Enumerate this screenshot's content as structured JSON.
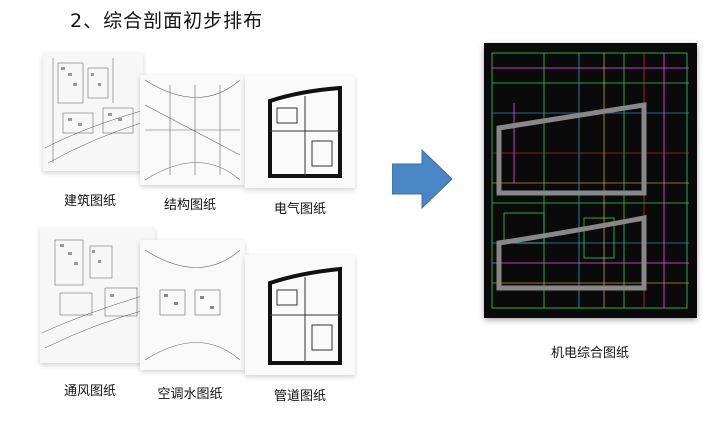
{
  "title": "2、综合剖面初步排布",
  "drawings": [
    {
      "label": "建筑图纸"
    },
    {
      "label": "结构图纸"
    },
    {
      "label": "电气图纸"
    },
    {
      "label": "通风图纸"
    },
    {
      "label": "空调水图纸"
    },
    {
      "label": "管道图纸"
    }
  ],
  "arrow_icon": "right-arrow-icon",
  "result": {
    "label": "机电综合图纸"
  },
  "colors": {
    "arrow": "#4a86c5",
    "cad_bg": "#0a0a0a",
    "cad_lines": [
      "#33cc55",
      "#ff44ff",
      "#ffdd33",
      "#33ccff",
      "#ff3333",
      "#ffffff",
      "#888888"
    ]
  }
}
